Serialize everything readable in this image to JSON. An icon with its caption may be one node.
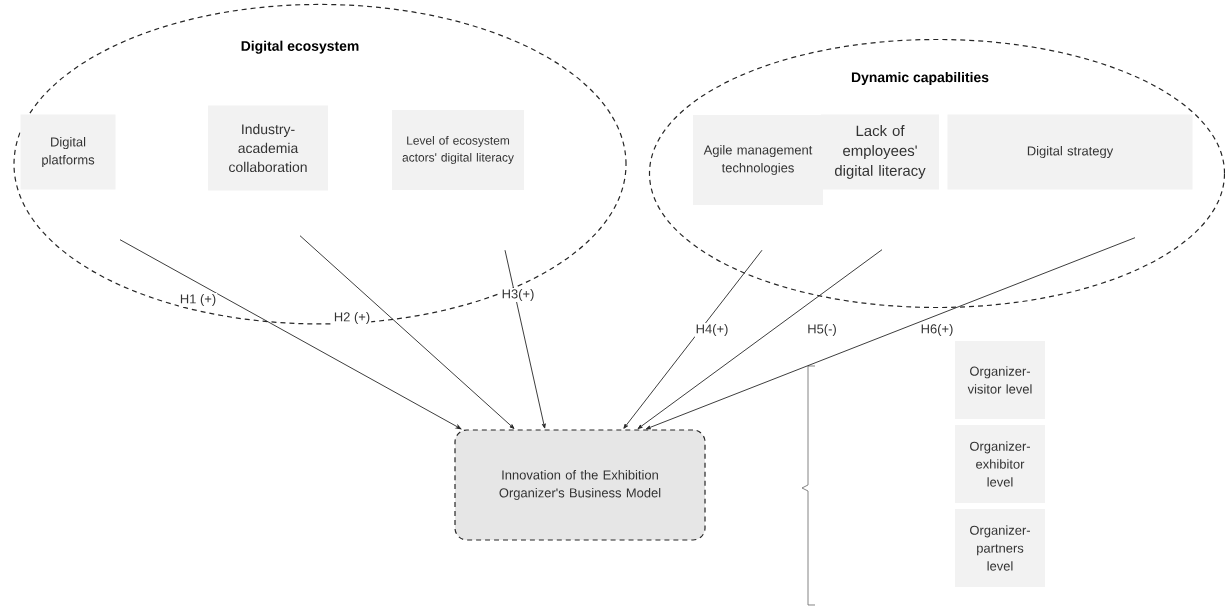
{
  "diagram": {
    "nodes": [
      {
        "text": [
          "Digital ecosystem"
        ]
      },
      {
        "text": [
          "Digital platforms"
        ],
        "in": 0
      },
      {
        "text": [
          "Industry-academia collaboration"
        ],
        "in": 0
      },
      {
        "text": [
          "Level of ecosystem actors' digital literacy"
        ],
        "in": 0
      },
      {
        "text": [
          "Dynamic capabilities"
        ]
      },
      {
        "text": [
          "Agile management technologies"
        ],
        "in": 4
      },
      {
        "text": [
          "Lack of employees' digital literacy"
        ],
        "in": 4
      },
      {
        "text": [
          "Digital strategy"
        ],
        "in": 4
      },
      {
        "text": [
          "Innovation of the Exhibition Organizer's Business Model"
        ]
      },
      {
        "text": [
          "Organizer-visitor level"
        ]
      },
      {
        "text": [
          "Organizer-exhibitor level"
        ]
      },
      {
        "text": [
          "Organizer-partners level"
        ]
      }
    ],
    "edges": [
      {
        "from": 1,
        "to": 8,
        "arrow": "to",
        "label": "H1 (+)"
      },
      {
        "from": 2,
        "to": 8,
        "arrow": "to",
        "label": "H2 (+)"
      },
      {
        "from": 3,
        "to": 8,
        "arrow": "to",
        "label": "H3(+)"
      },
      {
        "from": 5,
        "to": 8,
        "arrow": "to",
        "label": "H4(+)"
      },
      {
        "from": 6,
        "to": 8,
        "arrow": "to",
        "label": "H5(-)"
      },
      {
        "from": 7,
        "to": 8,
        "arrow": "to",
        "label": "H6(+)"
      }
    ]
  }
}
